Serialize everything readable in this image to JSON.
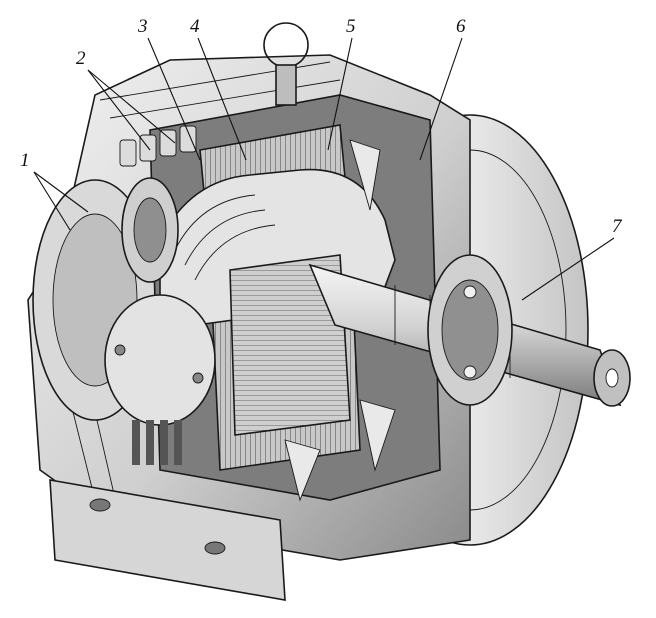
{
  "diagram": {
    "callouts": [
      {
        "label": "1"
      },
      {
        "label": "2"
      },
      {
        "label": "3"
      },
      {
        "label": "4"
      },
      {
        "label": "5"
      },
      {
        "label": "6"
      },
      {
        "label": "7"
      }
    ]
  },
  "colors": {
    "ink": "#1a1a1a",
    "housing_light": "#e6e6e6",
    "housing_mid": "#bdbdbd",
    "housing_dark": "#6e6e6e",
    "lamination": "#9a9a9a",
    "background": "#ffffff"
  }
}
